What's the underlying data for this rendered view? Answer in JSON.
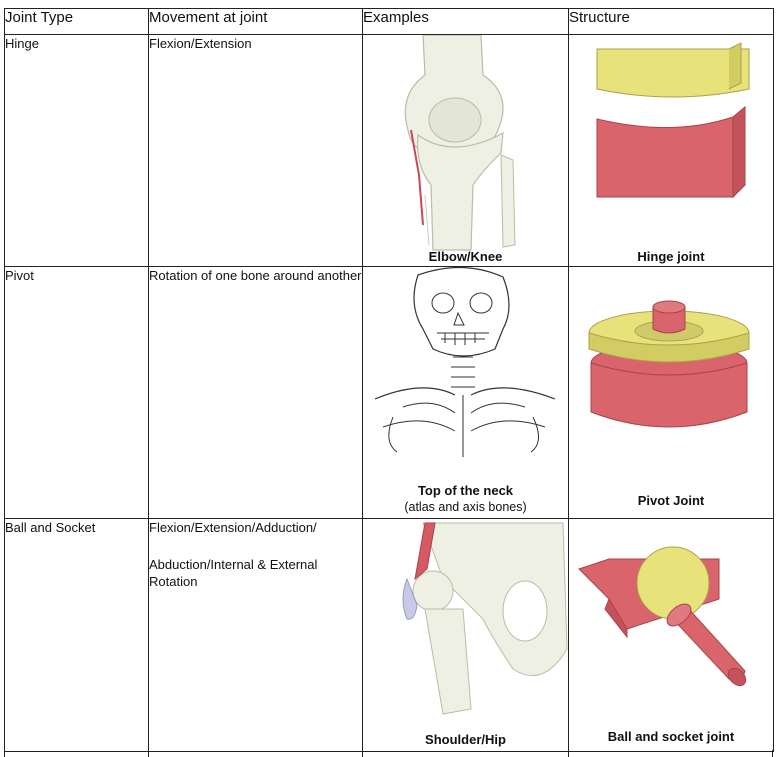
{
  "table": {
    "headers": [
      "Joint Type",
      "Movement at joint",
      "Examples",
      "Structure"
    ],
    "rows": [
      {
        "joint_type": "Hinge",
        "movement": "Flexion/Extension",
        "example_caption": "Elbow/Knee",
        "structure_caption": "Hinge joint"
      },
      {
        "joint_type": "Pivot",
        "movement": "Rotation of one bone around another",
        "example_caption": "Top of the neck",
        "example_subcaption": "(atlas and axis bones)",
        "structure_caption": "Pivot Joint"
      },
      {
        "joint_type": "Ball and Socket",
        "movement_line1": "Flexion/Extension/Adduction/",
        "movement_line2": "Abduction/Internal & External Rotation",
        "example_caption": "Shoulder/Hip",
        "structure_caption": "Ball and socket joint"
      }
    ]
  },
  "colors": {
    "bone": "#eef0e4",
    "bone_shade": "#c9cdbb",
    "yellow_block": "#e8e27a",
    "red_block": "#d9646b",
    "cartilage": "#c8c9e6",
    "muscle": "#d65a63",
    "grid": "#222222"
  },
  "icons": [
    "knee-joint-illustration",
    "hinge-block-illustration",
    "skull-neck-illustration",
    "pivot-block-illustration",
    "hip-joint-illustration",
    "ball-socket-illustration"
  ]
}
